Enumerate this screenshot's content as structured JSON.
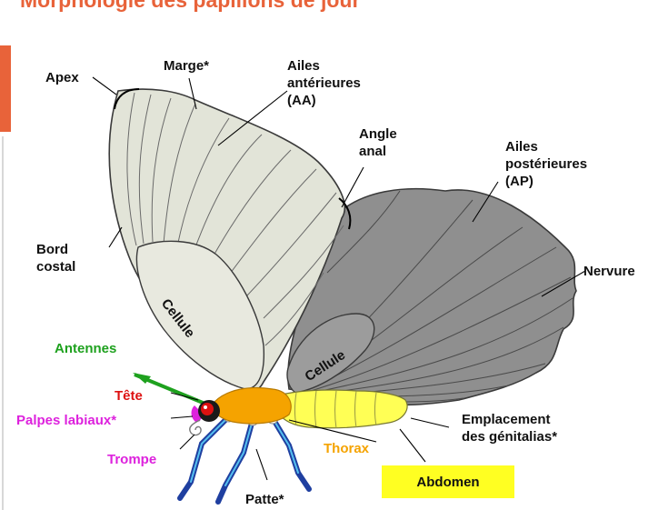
{
  "title": "Morphologie des papillons de jour",
  "colors": {
    "title": "#e8633a",
    "forewing": "#e2e4d8",
    "hindwing": "#8f8f8f",
    "thorax": "#f5a300",
    "abdomen": "#ffff55",
    "antennae": "#1ea11e",
    "head": "#dd1111",
    "palps": "#dd22dd",
    "legs": "#1f3fa0"
  },
  "labels": {
    "apex": "Apex",
    "marge": "Marge*",
    "ailes_anterieures": "Ailes\nantérieures\n(AA)",
    "angle_anal": "Angle\nanal",
    "ailes_posterieures": "Ailes\npostérieures\n(AP)",
    "bord_costal": "Bord\ncostal",
    "nervure": "Nervure",
    "cellule_aa": "Cellule",
    "cellule_ap": "Cellule",
    "antennes": "Antennes",
    "tete": "Tête",
    "palpes": "Palpes labiaux*",
    "trompe": "Trompe",
    "thorax": "Thorax",
    "patte": "Patte*",
    "abdomen": "Abdomen",
    "genitalias": "Emplacement\ndes génitalias*"
  }
}
